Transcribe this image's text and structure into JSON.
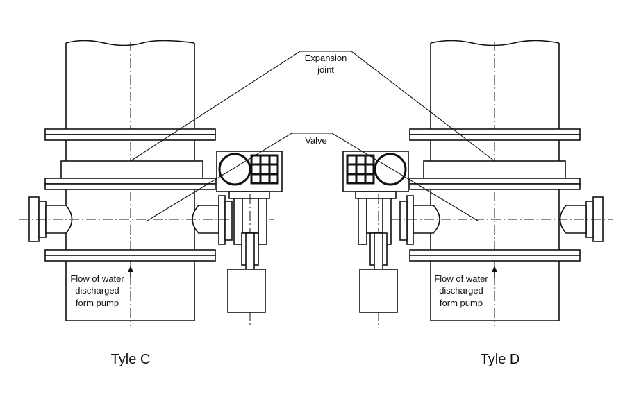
{
  "labels": {
    "expansion_joint_line1": "Expansion",
    "expansion_joint_line2": "joint",
    "valve": "Valve",
    "flow_line1": "Flow of water",
    "flow_line2": "discharged",
    "flow_line3": "form pump"
  },
  "captions": {
    "left": "Tyle C",
    "right": "Tyle D"
  }
}
